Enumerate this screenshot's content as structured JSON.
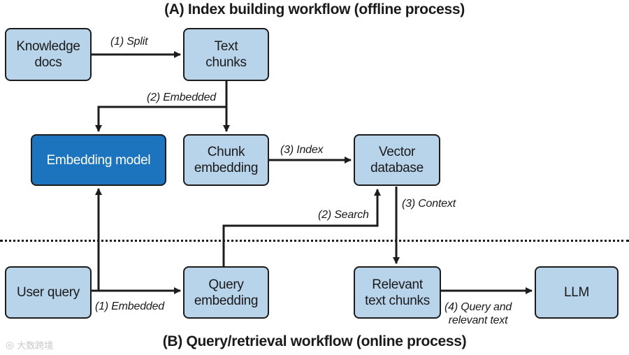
{
  "section_a_title": "(A) Index building workflow (offline process)",
  "section_b_title": "(B) Query/retrieval workflow (online process)",
  "nodes": {
    "knowledge_docs": "Knowledge\ndocs",
    "text_chunks": "Text\nchunks",
    "embedding_model": "Embedding model",
    "chunk_embedding": "Chunk\nembedding",
    "vector_database": "Vector\ndatabase",
    "user_query": "User query",
    "query_embedding": "Query\nembedding",
    "relevant_text_chunks": "Relevant\ntext chunks",
    "llm": "LLM"
  },
  "edges": {
    "split": "(1) Split",
    "embedded_a": "(2) Embedded",
    "index": "(3) Index",
    "search": "(2) Search",
    "context": "(3) Context",
    "embedded_b": "(1) Embedded",
    "query_and_text": "(4) Query and\nrelevant text"
  },
  "watermark": "大数跨境",
  "colors": {
    "node_fill": "#b8d4ea",
    "highlight_fill": "#1c74bf",
    "stroke": "#1c1c1c"
  }
}
